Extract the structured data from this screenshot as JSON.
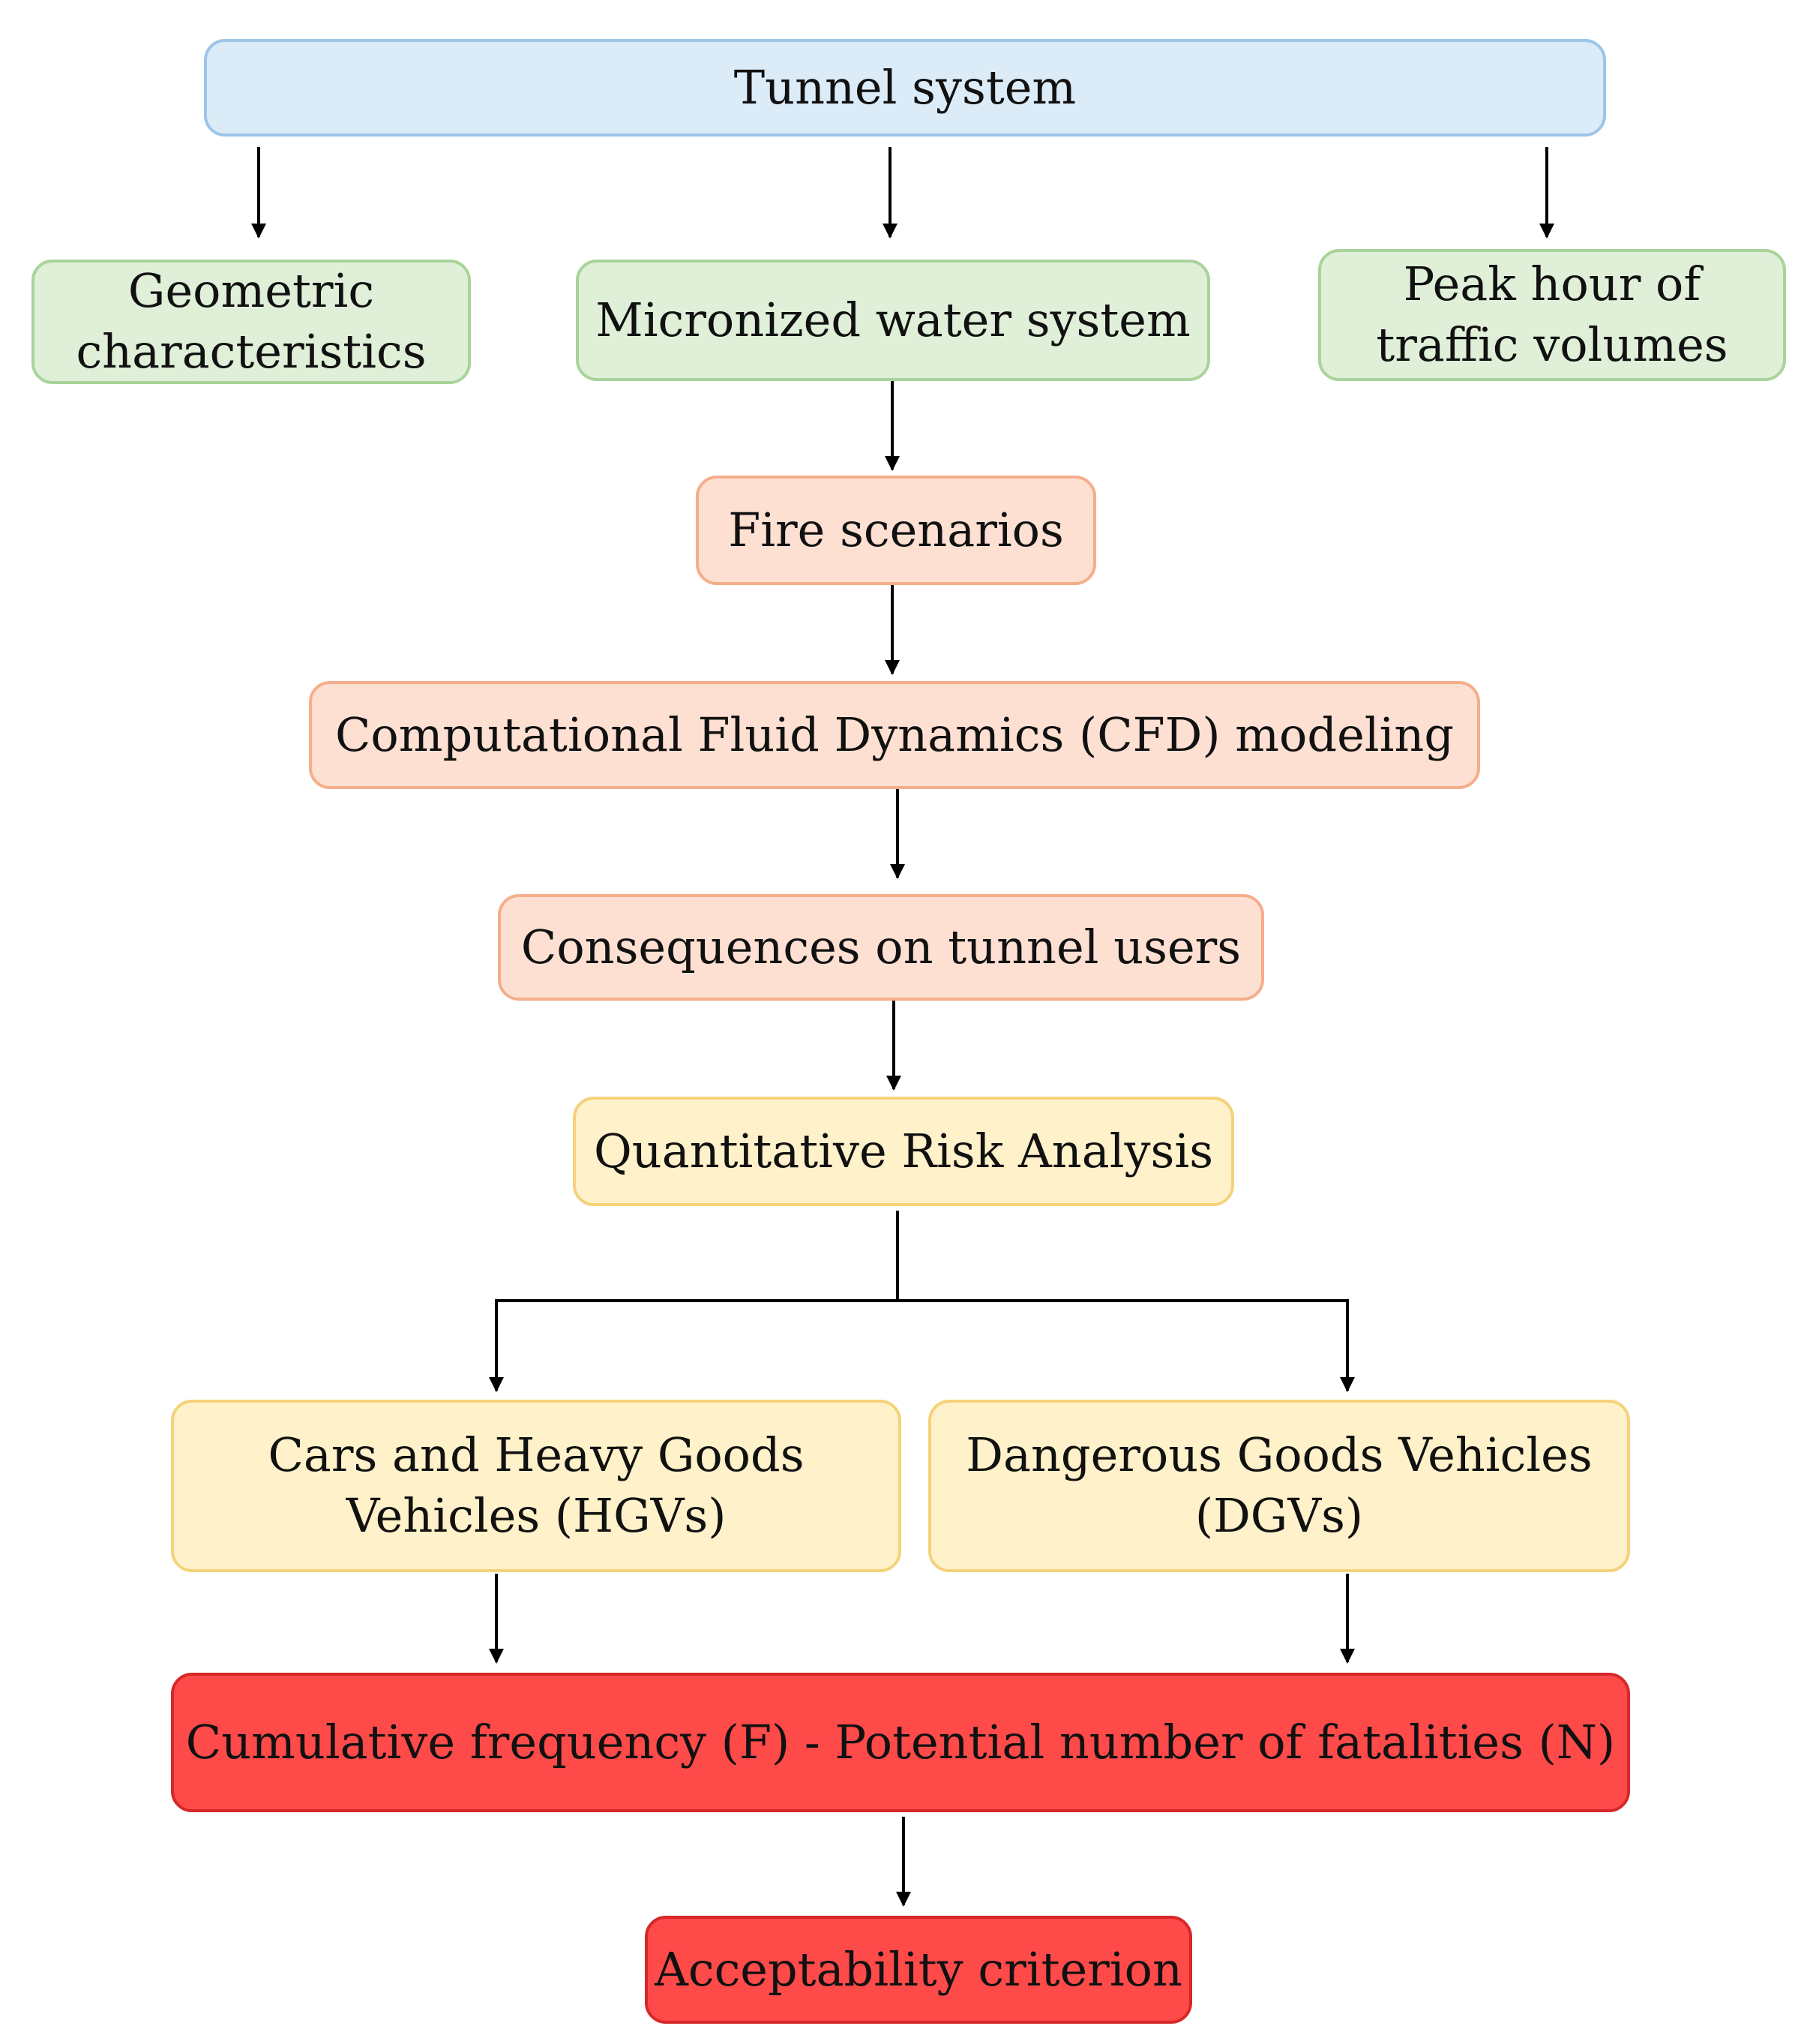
{
  "nodes": {
    "tunnel_system": "Tunnel system",
    "geometric": "Geometric\ncharacteristics",
    "micronized": "Micronized water system",
    "peak_hour": "Peak hour of\ntraffic volumes",
    "fire_scenarios": "Fire scenarios",
    "cfd": "Computational Fluid Dynamics (CFD) modeling",
    "consequences": "Consequences on tunnel users",
    "qra": "Quantitative Risk Analysis",
    "hgv": "Cars and Heavy Goods\nVehicles (HGVs)",
    "dgv": "Dangerous Goods Vehicles\n(DGVs)",
    "fn": "Cumulative frequency (F) - Potential number of fatalities (N)",
    "acceptability": "Acceptability criterion"
  },
  "colors": {
    "blue": "#dcebf8",
    "green": "#dfefd8",
    "peach": "#fde0d2",
    "yellow": "#fff1c9",
    "red": "#ff4a4a",
    "arrow": "#000000"
  }
}
